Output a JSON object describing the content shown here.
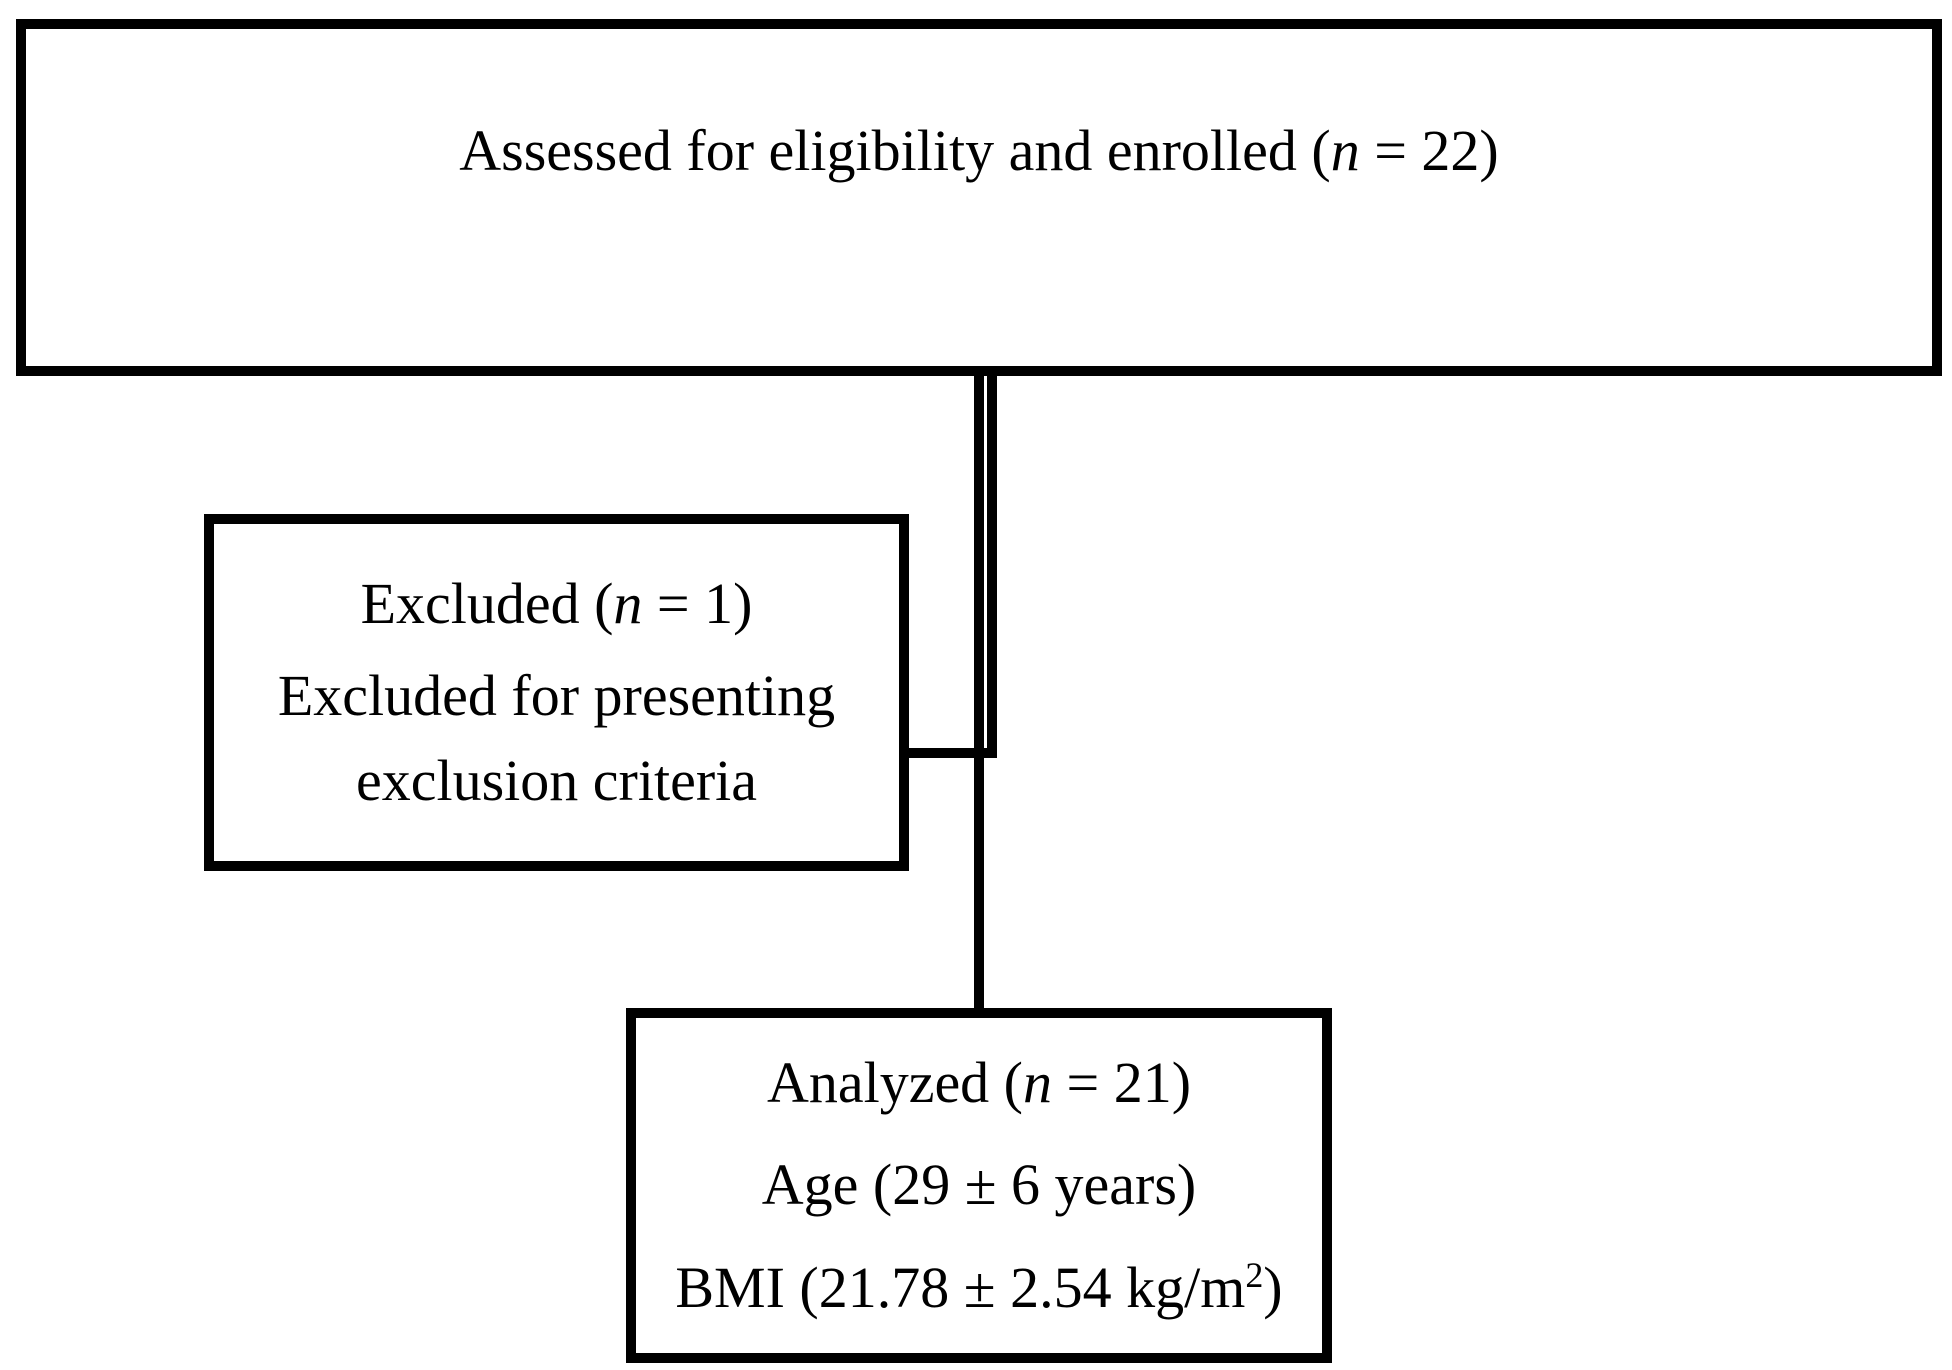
{
  "diagram": {
    "top_box": {
      "text_prefix": "Assessed for eligibility and enrolled (",
      "n_label": "n",
      "text_suffix": " = 22)"
    },
    "excluded_box": {
      "line1_prefix": "Excluded (",
      "n_label": "n",
      "line1_suffix": " = 1)",
      "line2": "Excluded for presenting exclusion criteria"
    },
    "analyzed_box": {
      "line1_prefix": "Analyzed (",
      "n_label": "n",
      "line1_suffix": " = 21)",
      "line2": "Age (29 ± 6 years)",
      "line3_prefix": "BMI (21.78 ± 2.54 kg/m",
      "line3_sup": "2",
      "line3_suffix": ")"
    },
    "colors": {
      "line": "#000000",
      "background": "#ffffff",
      "text": "#000000"
    }
  }
}
